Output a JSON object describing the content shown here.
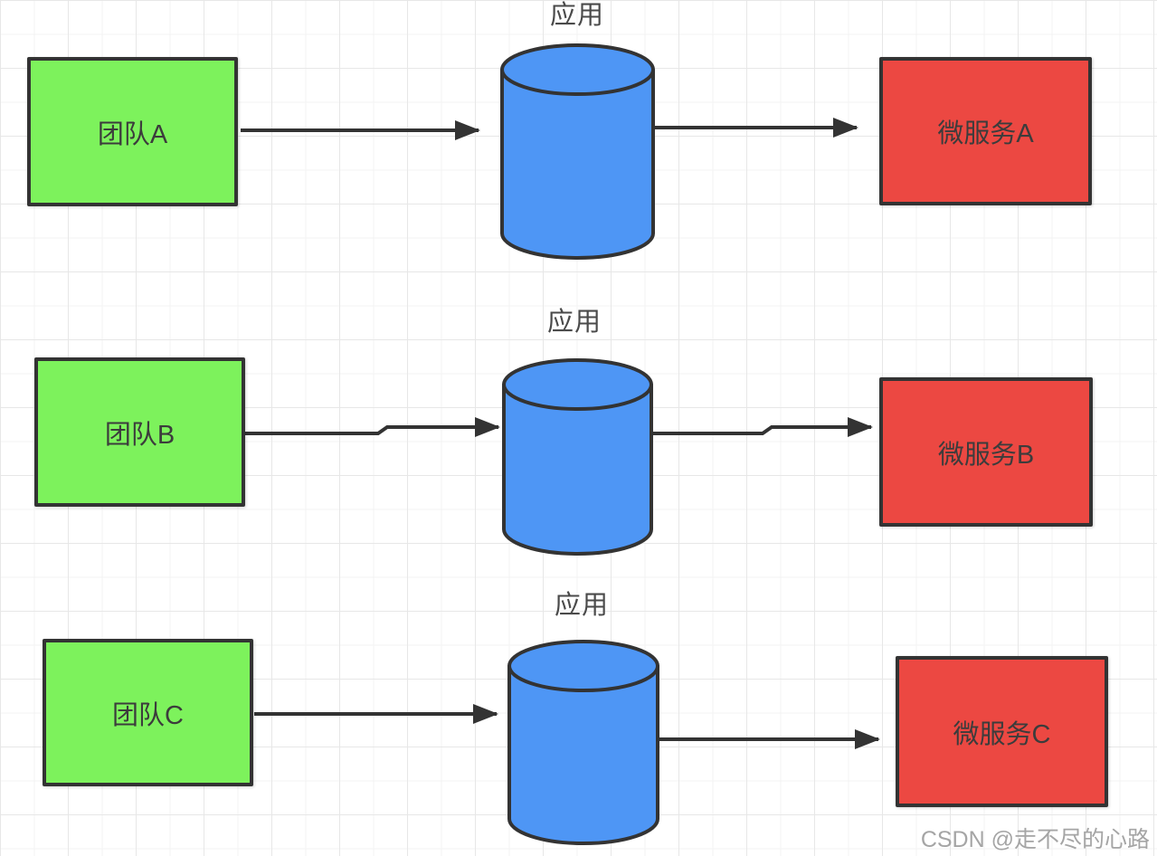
{
  "diagram": {
    "rows": [
      {
        "team": "团队A",
        "app": "应用",
        "service": "微服务A"
      },
      {
        "team": "团队B",
        "app": "应用",
        "service": "微服务B"
      },
      {
        "team": "团队C",
        "app": "应用",
        "service": "微服务C"
      }
    ],
    "watermark": "CSDN @走不尽的心路"
  },
  "colors": {
    "team_fill": "#7df25c",
    "app_fill": "#4e96f5",
    "service_fill": "#ec4842",
    "stroke": "#333333"
  }
}
